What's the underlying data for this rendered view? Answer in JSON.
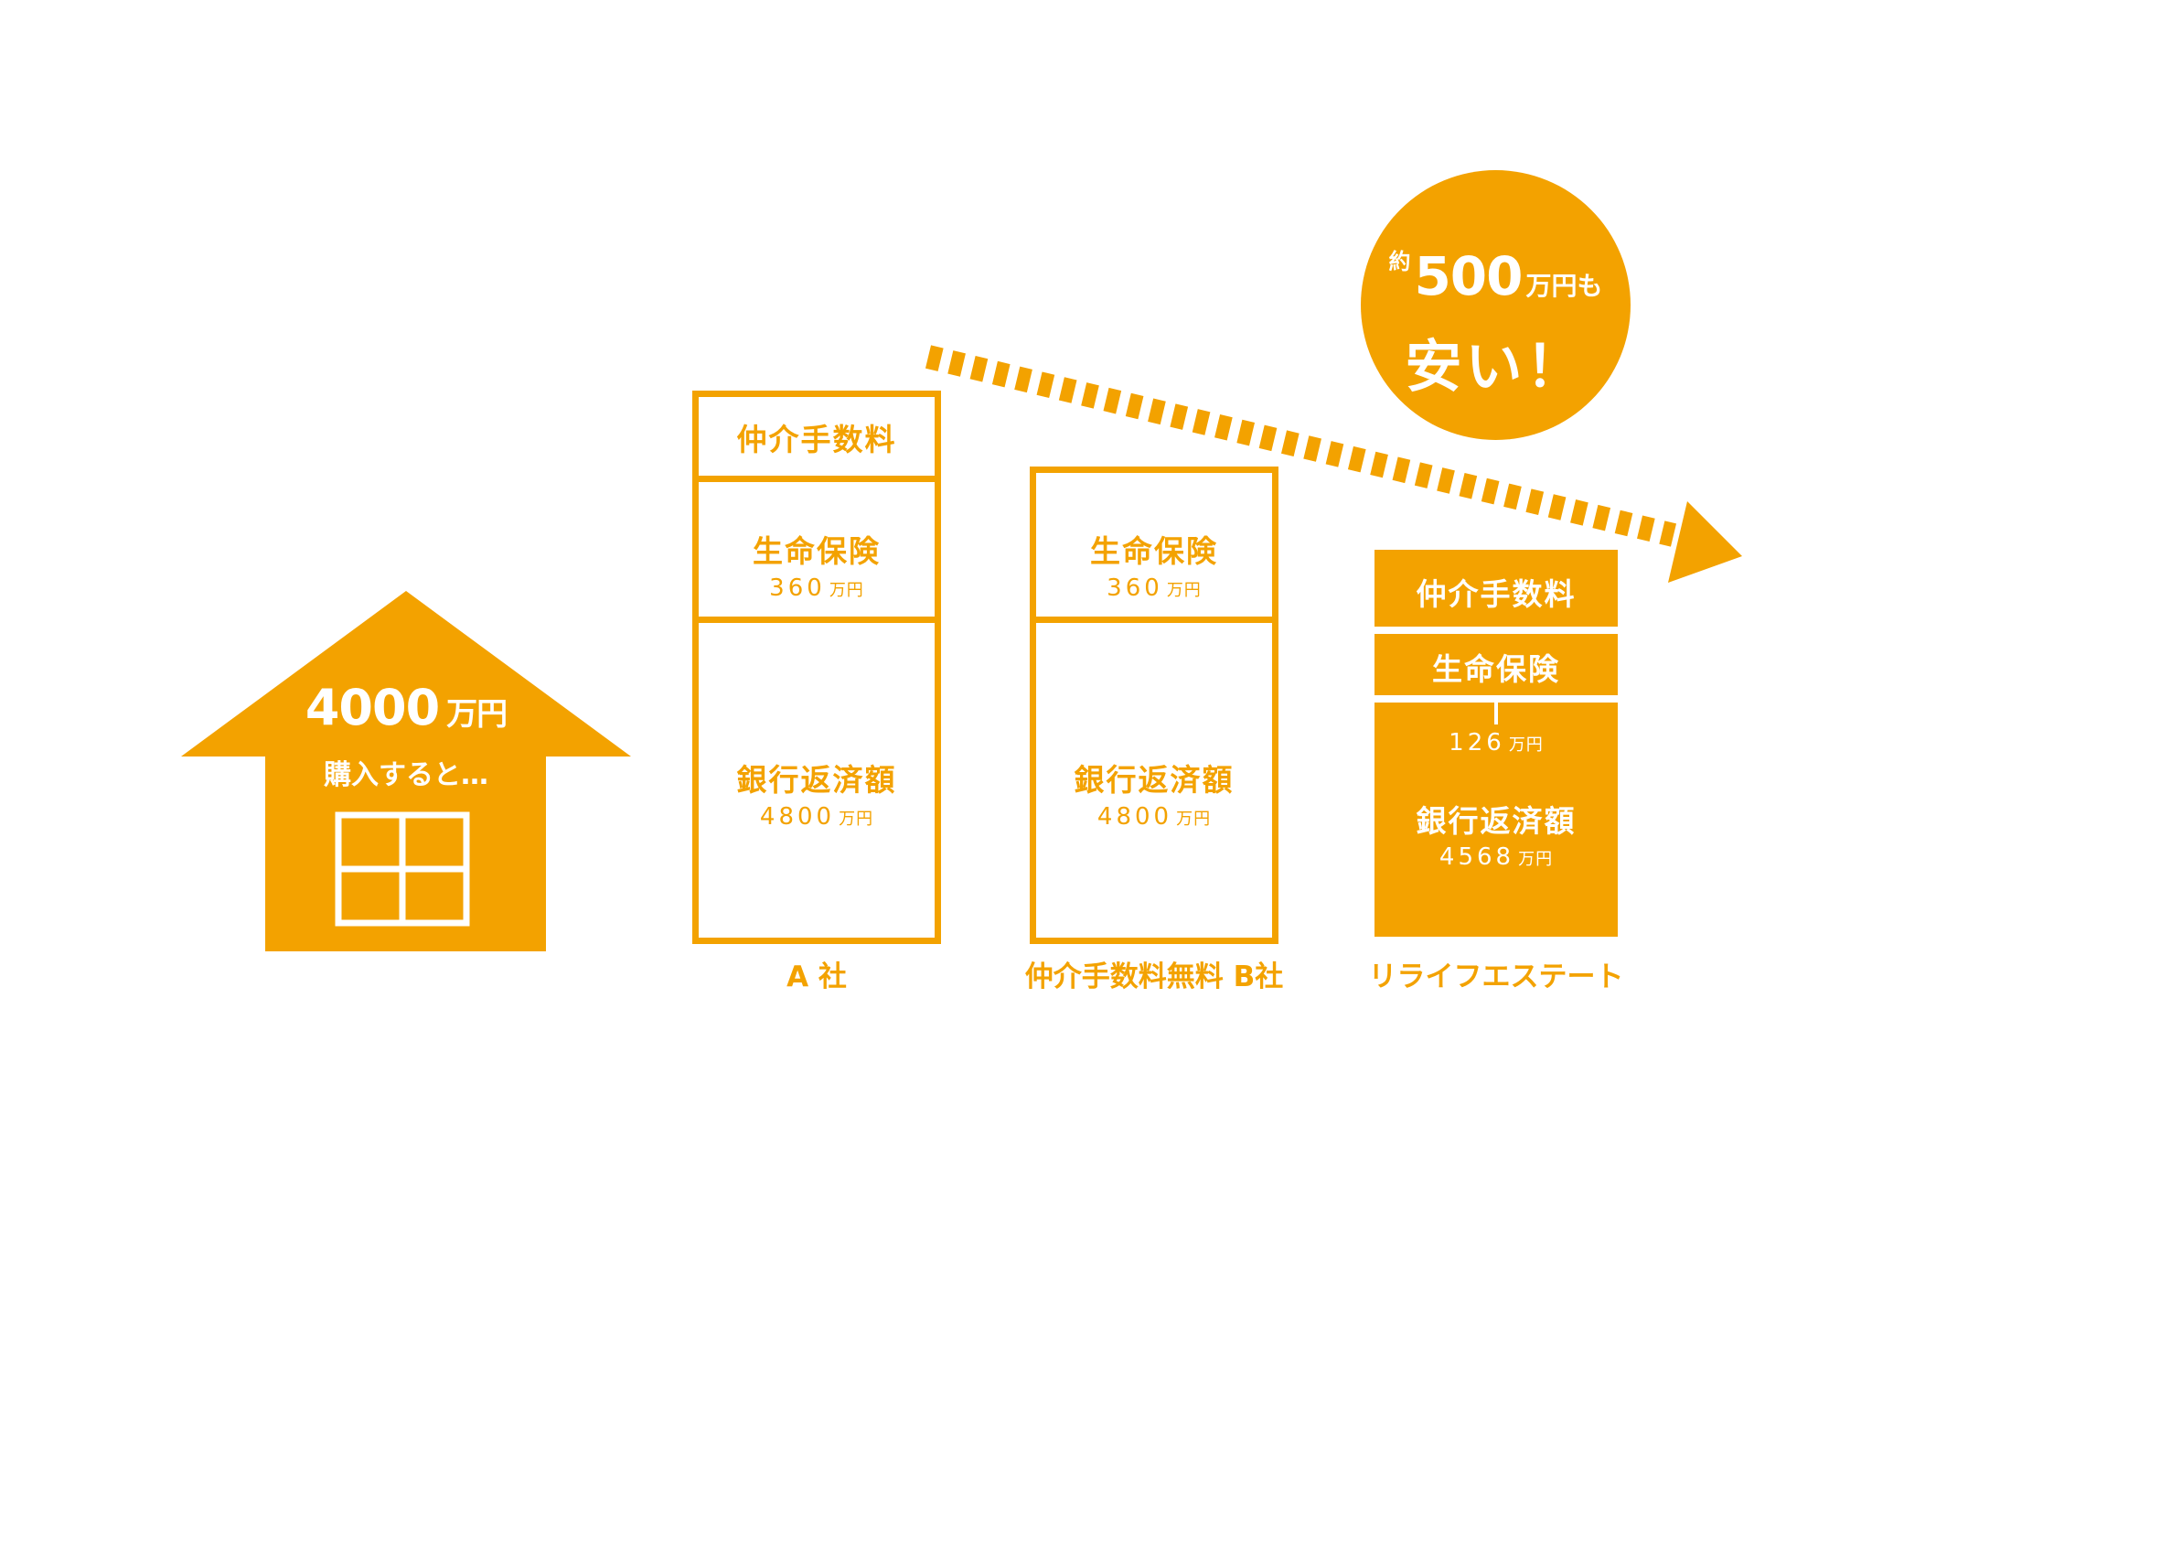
{
  "colors": {
    "accent": "#f3a200",
    "background": "#ffffff",
    "text_on_accent": "#ffffff"
  },
  "house": {
    "amount": "4000",
    "amount_unit": "万円",
    "description": "購入すると…",
    "icon": "window-icon"
  },
  "badge": {
    "prefix": "約",
    "number": "500",
    "suffix": "万円も",
    "line2": "安い！"
  },
  "arrow": {
    "icon": "dashed-arrow-down-right-icon"
  },
  "columns": [
    {
      "label": "A 社",
      "segments": [
        {
          "title": "仲介手数料"
        },
        {
          "title": "生命保険",
          "value": "360",
          "unit": "万円"
        },
        {
          "title": "銀行返済額",
          "value": "4800",
          "unit": "万円"
        }
      ]
    },
    {
      "label": "仲介手数料無料 B社",
      "segments": [
        {
          "title": "生命保険",
          "value": "360",
          "unit": "万円"
        },
        {
          "title": "銀行返済額",
          "value": "4800",
          "unit": "万円"
        }
      ]
    },
    {
      "label": "リライフエステート",
      "segments": [
        {
          "title": "仲介手数料"
        },
        {
          "title": "生命保険"
        },
        {
          "value": "126",
          "unit": "万円"
        },
        {
          "title": "銀行返済額",
          "value": "4568",
          "unit": "万円"
        }
      ]
    }
  ]
}
